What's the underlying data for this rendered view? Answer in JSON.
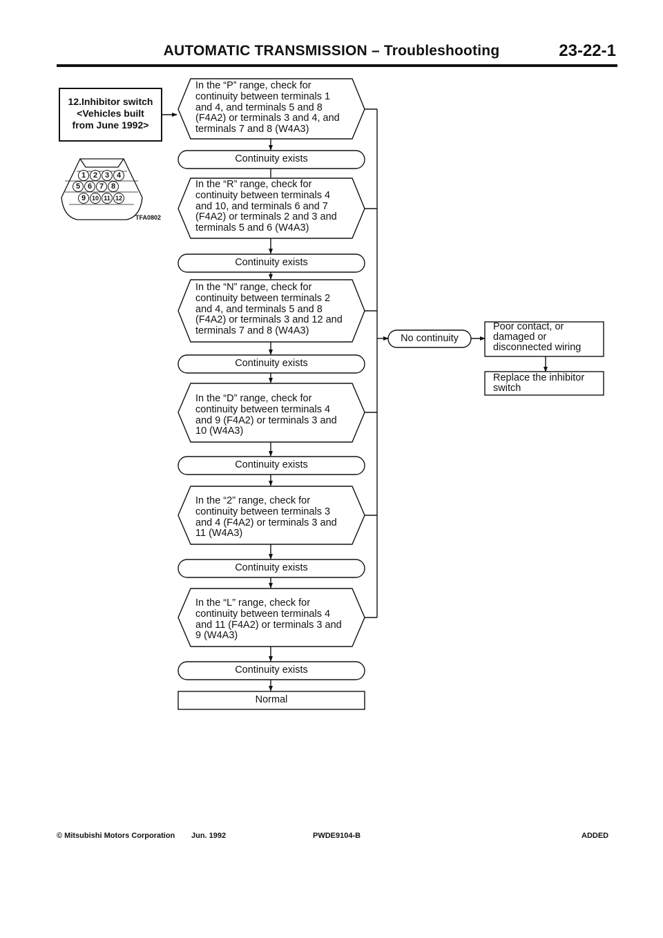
{
  "header": {
    "title": "AUTOMATIC TRANSMISSION – Troubleshooting",
    "page_number": "23-22-1"
  },
  "section": {
    "title_line1": "12.Inhibitor switch",
    "title_line2": "<Vehicles built",
    "title_line3": "from June 1992>"
  },
  "connector": {
    "figure_code": "TFA0802",
    "pins": [
      "1",
      "2",
      "3",
      "4",
      "5",
      "6",
      "7",
      "8",
      "9",
      "10",
      "11",
      "12"
    ]
  },
  "steps": [
    {
      "lines": [
        "In the “P” range, check for",
        "continuity between terminals 1",
        "and 4, and terminals 5 and 8",
        "(F4A2) or terminals 3 and 4, and",
        "terminals 7 and 8 (W4A3)"
      ],
      "result": "Continuity exists"
    },
    {
      "lines": [
        "In the “R” range, check for",
        "continuity between terminals 4",
        "and 10, and terminals 6 and 7",
        "(F4A2) or terminals 2 and 3 and",
        "terminals 5 and 6 (W4A3)"
      ],
      "result": "Continuity exists"
    },
    {
      "lines": [
        "In the “N” range, check for",
        "continuity between terminals 2",
        "and 4, and terminals 5 and 8",
        "(F4A2) or terminals 3 and 12 and",
        "terminals 7 and 8 (W4A3)"
      ],
      "result": "Continuity exists"
    },
    {
      "lines": [
        "In the “D” range, check for",
        "continuity between terminals 4",
        "and 9 (F4A2) or terminals 3 and",
        "10 (W4A3)"
      ],
      "result": "Continuity exists"
    },
    {
      "lines": [
        "In the “2” range, check for",
        "continuity between terminals 3",
        "and 4 (F4A2) or terminals 3 and",
        "11 (W4A3)"
      ],
      "result": "Continuity exists"
    },
    {
      "lines": [
        "In the “L” range, check for",
        "continuity between terminals 4",
        "and 11 (F4A2) or terminals 3 and",
        "9 (W4A3)"
      ],
      "result": "Continuity exists"
    }
  ],
  "final": "Normal",
  "no_continuity": "No continuity",
  "fault": {
    "lines": [
      "Poor contact, or",
      "damaged or",
      "disconnected wiring"
    ]
  },
  "remedy": {
    "lines": [
      "Replace the inhibitor",
      "switch"
    ]
  },
  "footer": {
    "copyright": "© Mitsubishi Motors Corporation",
    "date": "Jun. 1992",
    "code": "PWDE9104-B",
    "status": "ADDED"
  }
}
